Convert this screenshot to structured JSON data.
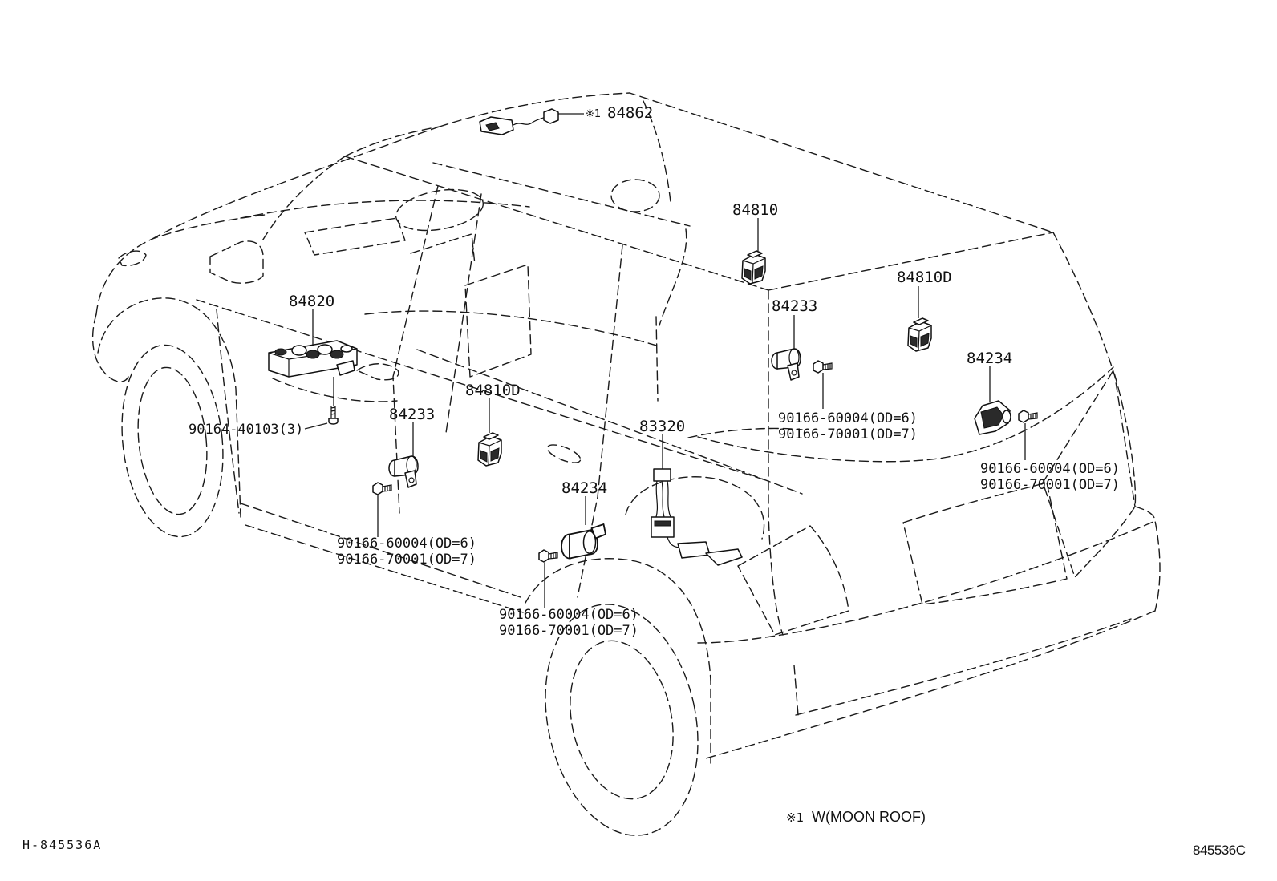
{
  "drawing": {
    "line_color": "#1a1a1a",
    "background": "#ffffff"
  },
  "callouts": {
    "roof_top": {
      "mark": "※1",
      "part_no": "84862"
    },
    "roof_rail": {
      "part_no": "84810"
    },
    "rear_upper": {
      "part_no": "84810D"
    },
    "rear_left_pillar": {
      "part_no": "84233",
      "bolt": [
        "90166-60004(OD=6)",
        "90166-70001(OD=7)"
      ]
    },
    "rear_right_pillar": {
      "part_no": "84234",
      "bolt": [
        "90166-60004(OD=6)",
        "90166-70001(OD=7)"
      ]
    },
    "front_door_panel": {
      "part_no": "84820",
      "screw": "90164-40103(3)"
    },
    "front_left_pillar": {
      "part_no": "84233",
      "bolt": [
        "90166-60004(OD=6)",
        "90166-70001(OD=7)"
      ]
    },
    "cabin_center": {
      "part_no": "84810D"
    },
    "floor_harness": {
      "part_no": "83320"
    },
    "rear_wheel_arch": {
      "part_no": "84234",
      "bolt": [
        "90166-60004(OD=6)",
        "90166-70001(OD=7)"
      ]
    }
  },
  "footnote": {
    "mark": "※1",
    "text": "W(MOON ROOF)"
  },
  "codes": {
    "illustration": "H-845536A",
    "catalog": "845536C"
  }
}
